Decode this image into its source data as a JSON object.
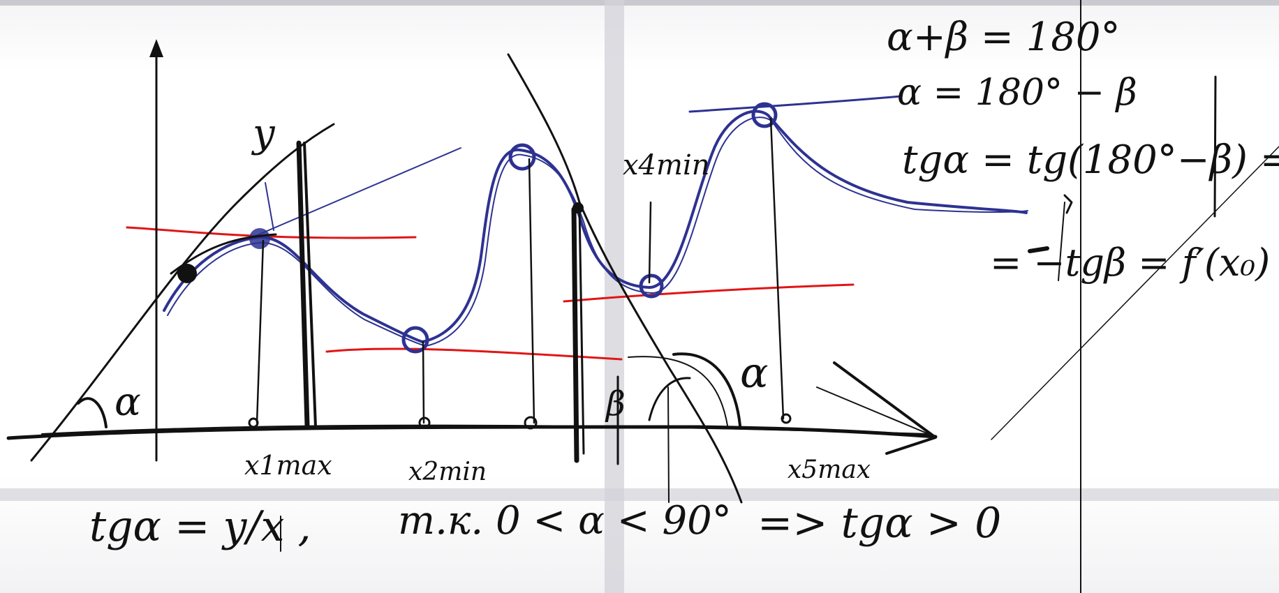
{
  "colors": {
    "ink": "#111111",
    "curve": "#2d3291",
    "level_lines": "#e01515",
    "panel_frame": "#8e8e96"
  },
  "axis_labels": {
    "y": "y",
    "angle_alpha": "α",
    "angle_beta": "β"
  },
  "point_labels": {
    "x1max": "x1max",
    "x2min": "x2min",
    "x4min": "x4min",
    "x5max": "x5max"
  },
  "formulas": {
    "line1": "α+β = 180°",
    "line2": "α = 180° − β",
    "line3": "tgα = tg(180°−β) =",
    "line4": "= −tgβ = f′(x₀)",
    "bottom_left": "tgα = y/x ,",
    "bottom_middle": "т.к. 0 < α < 90°",
    "bottom_right": "=> tgα > 0"
  },
  "icons": [
    "y-axis-arrow-icon",
    "x-axis-arrow-icon"
  ]
}
